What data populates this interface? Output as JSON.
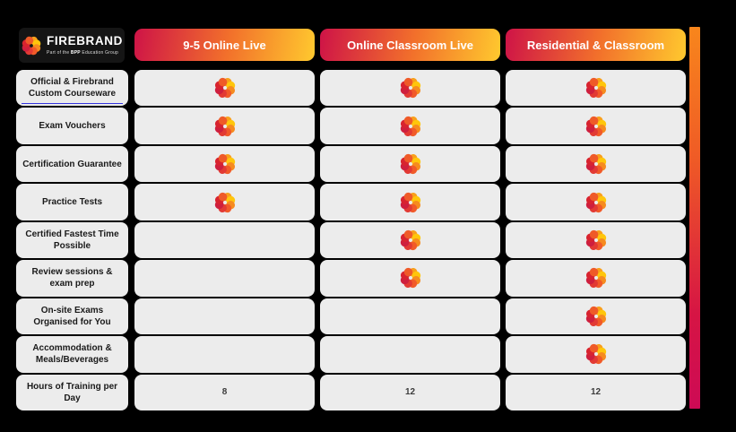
{
  "logo": {
    "brand": "FIREBRAND",
    "tagline_prefix": "Part of the",
    "tagline_bold": "BPP",
    "tagline_suffix": "Education Group"
  },
  "columns": [
    "9-5 Online Live",
    "Online Classroom Live",
    "Residential & Classroom"
  ],
  "rows": [
    {
      "label": "Official & Firebrand Custom Courseware",
      "underline": true,
      "values": [
        "swirl",
        "swirl",
        "swirl"
      ]
    },
    {
      "label": "Exam Vouchers",
      "underline": false,
      "values": [
        "swirl",
        "swirl",
        "swirl"
      ]
    },
    {
      "label": "Certification Guarantee",
      "underline": false,
      "values": [
        "swirl",
        "swirl",
        "swirl"
      ]
    },
    {
      "label": "Practice Tests",
      "underline": false,
      "values": [
        "swirl",
        "swirl",
        "swirl"
      ]
    },
    {
      "label": "Certified Fastest Time Possible",
      "underline": false,
      "values": [
        "",
        "swirl",
        "swirl"
      ]
    },
    {
      "label": "Review sessions & exam prep",
      "underline": false,
      "values": [
        "",
        "swirl",
        "swirl"
      ]
    },
    {
      "label": "On-site Exams Organised for You",
      "underline": false,
      "values": [
        "",
        "",
        "swirl"
      ]
    },
    {
      "label": "Accommodation & Meals/Beverages",
      "underline": false,
      "values": [
        "",
        "",
        "swirl"
      ]
    },
    {
      "label": "Hours of Training per Day",
      "underline": false,
      "values": [
        "8",
        "12",
        "12"
      ]
    }
  ],
  "icon": {
    "name": "firebrand-swirl",
    "petal_colors": [
      "#F9A01B",
      "#FFC60B",
      "#F68B1F",
      "#F15A29",
      "#E23A34",
      "#CE1F3E",
      "#D8232F",
      "#EF5A28"
    ]
  },
  "colors": {
    "page-bg": "#000000",
    "cell-bg": "#ECECEC",
    "label-text": "#1A1A1A",
    "value-text": "#3C3C3C",
    "header-text": "#FFFFFF",
    "logo-bg": "#151515",
    "pill-start": "#CE1347",
    "pill-mid": "#F2702B",
    "pill-end": "#FFC92E",
    "bar-top": "#F8861C",
    "bar-bottom": "#CD0A55",
    "underline-blue": "#3434DF"
  }
}
